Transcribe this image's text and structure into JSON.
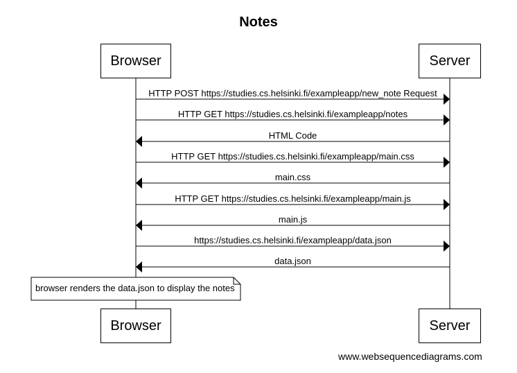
{
  "title": "Notes",
  "participants": [
    "Browser",
    "Server"
  ],
  "messages": [
    {
      "from": 0,
      "to": 1,
      "label": "HTTP POST https://studies.cs.helsinki.fi/exampleapp/new_note Request"
    },
    {
      "from": 0,
      "to": 1,
      "label": "HTTP GET https://studies.cs.helsinki.fi/exampleapp/notes"
    },
    {
      "from": 1,
      "to": 0,
      "label": "HTML Code"
    },
    {
      "from": 0,
      "to": 1,
      "label": "HTTP GET https://studies.cs.helsinki.fi/exampleapp/main.css"
    },
    {
      "from": 1,
      "to": 0,
      "label": "main.css"
    },
    {
      "from": 0,
      "to": 1,
      "label": "HTTP GET https://studies.cs.helsinki.fi/exampleapp/main.js"
    },
    {
      "from": 1,
      "to": 0,
      "label": "main.js"
    },
    {
      "from": 0,
      "to": 1,
      "label": "https://studies.cs.helsinki.fi/exampleapp/data.json"
    },
    {
      "from": 1,
      "to": 0,
      "label": "data.json"
    }
  ],
  "note": {
    "over": 0,
    "text": "browser renders the data.json to display the notes"
  },
  "watermark": "www.websequencediagrams.com"
}
